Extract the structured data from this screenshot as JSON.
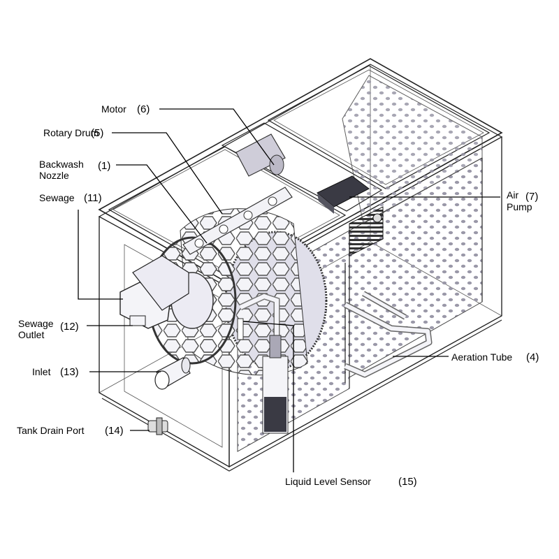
{
  "labels": {
    "motor": {
      "name": "Motor",
      "num": "(6)"
    },
    "rotary_drum": {
      "name": "Rotary Drum",
      "num": "(5)"
    },
    "backwash_nozzle": {
      "line1": "Backwash",
      "line2": "Nozzle",
      "num": "(1)"
    },
    "sewage": {
      "name": "Sewage",
      "num": "(11)"
    },
    "air_pump": {
      "line1": "Air",
      "line2": "Pump",
      "num": "(7)"
    },
    "sewage_outlet": {
      "line1": "Sewage",
      "line2": "Outlet",
      "num": "(12)"
    },
    "aeration_tube": {
      "name": "Aeration Tube",
      "num": "(4)"
    },
    "inlet": {
      "name": "Inlet",
      "num": "(13)"
    },
    "tank_drain_port": {
      "name": "Tank Drain Port",
      "num": "(14)"
    },
    "liquid_level_sensor": {
      "name": "Liquid Level Sensor",
      "num": "(15)"
    }
  },
  "colors": {
    "tank_tint": "#ecebf3",
    "tank_edge": "#222222",
    "panel_tint": "#d9d7e4",
    "hole": "#9a98a8",
    "leader": "#000000"
  },
  "icons": [
    "tank-drawing",
    "rotary-drum-drawing",
    "perforated-panel-drawing",
    "pipe-drawing",
    "sensor-drawing"
  ]
}
